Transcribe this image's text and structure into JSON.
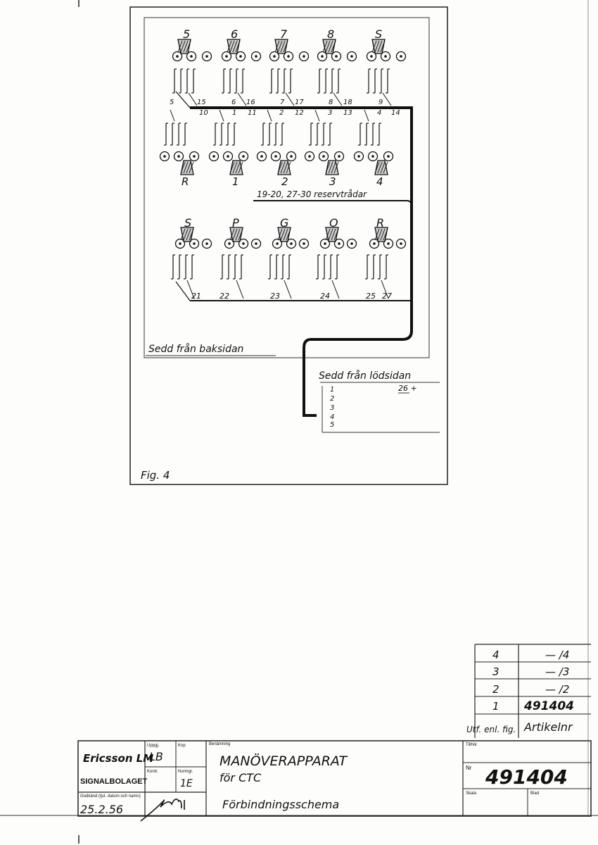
{
  "figure": {
    "top_group": {
      "upper_labels": [
        "5",
        "6",
        "7",
        "8",
        "S"
      ],
      "lower_labels": [
        "R",
        "1",
        "2",
        "3",
        "4"
      ],
      "wire_numbers_upper": [
        "5",
        "15",
        "6",
        "16",
        "7",
        "17",
        "8",
        "18",
        "9"
      ],
      "wire_numbers_lower": [
        "10",
        "1",
        "11",
        "2",
        "12",
        "3",
        "13",
        "4",
        "14"
      ],
      "reserve_note": "19-20, 27-30 reservtrådar"
    },
    "bottom_group": {
      "labels": [
        "S",
        "P",
        "G",
        "O",
        "R"
      ],
      "wire_numbers": [
        "21",
        "22",
        "23",
        "24",
        "25",
        "27"
      ]
    },
    "view_label_back": "Sedd från baksidan",
    "view_label_solder": "Sedd från lödsidan",
    "solder_pins": [
      "1",
      "2",
      "3",
      "4",
      "5"
    ],
    "solder_pin_26": "26 +",
    "fig_label": "Fig. 4"
  },
  "revision_table": {
    "rows": [
      {
        "utf": "4",
        "artikel": "— /4"
      },
      {
        "utf": "3",
        "artikel": "— /3"
      },
      {
        "utf": "2",
        "artikel": "— /2"
      },
      {
        "utf": "1",
        "artikel": "491404"
      }
    ],
    "header_utf": "Utf. enl. fig.",
    "header_artikel": "Artikelnr"
  },
  "title_block": {
    "company_logo": "Ericsson LM",
    "company": "SIGNALBOLAGET",
    "uppgj_label": "Uppgj.",
    "uppgj_value": "LB",
    "kop_label": "Kop",
    "kontr_label": "Kontr.",
    "normgr_label": "Normgr.",
    "normgr_value": "1E",
    "godkand_label": "Godkänd (tjst. datum och namn)",
    "date": "25.2.56",
    "benamning_label": "Benämning",
    "title_line1": "MANÖVERAPPARAT",
    "title_line2": "för CTC",
    "title_line3": "Förbindningsschema",
    "tillhor_label": "Tillhör",
    "nr_label": "Nr",
    "nr_value": "491404",
    "skala_label": "Skala",
    "blad_label": "Blad"
  }
}
